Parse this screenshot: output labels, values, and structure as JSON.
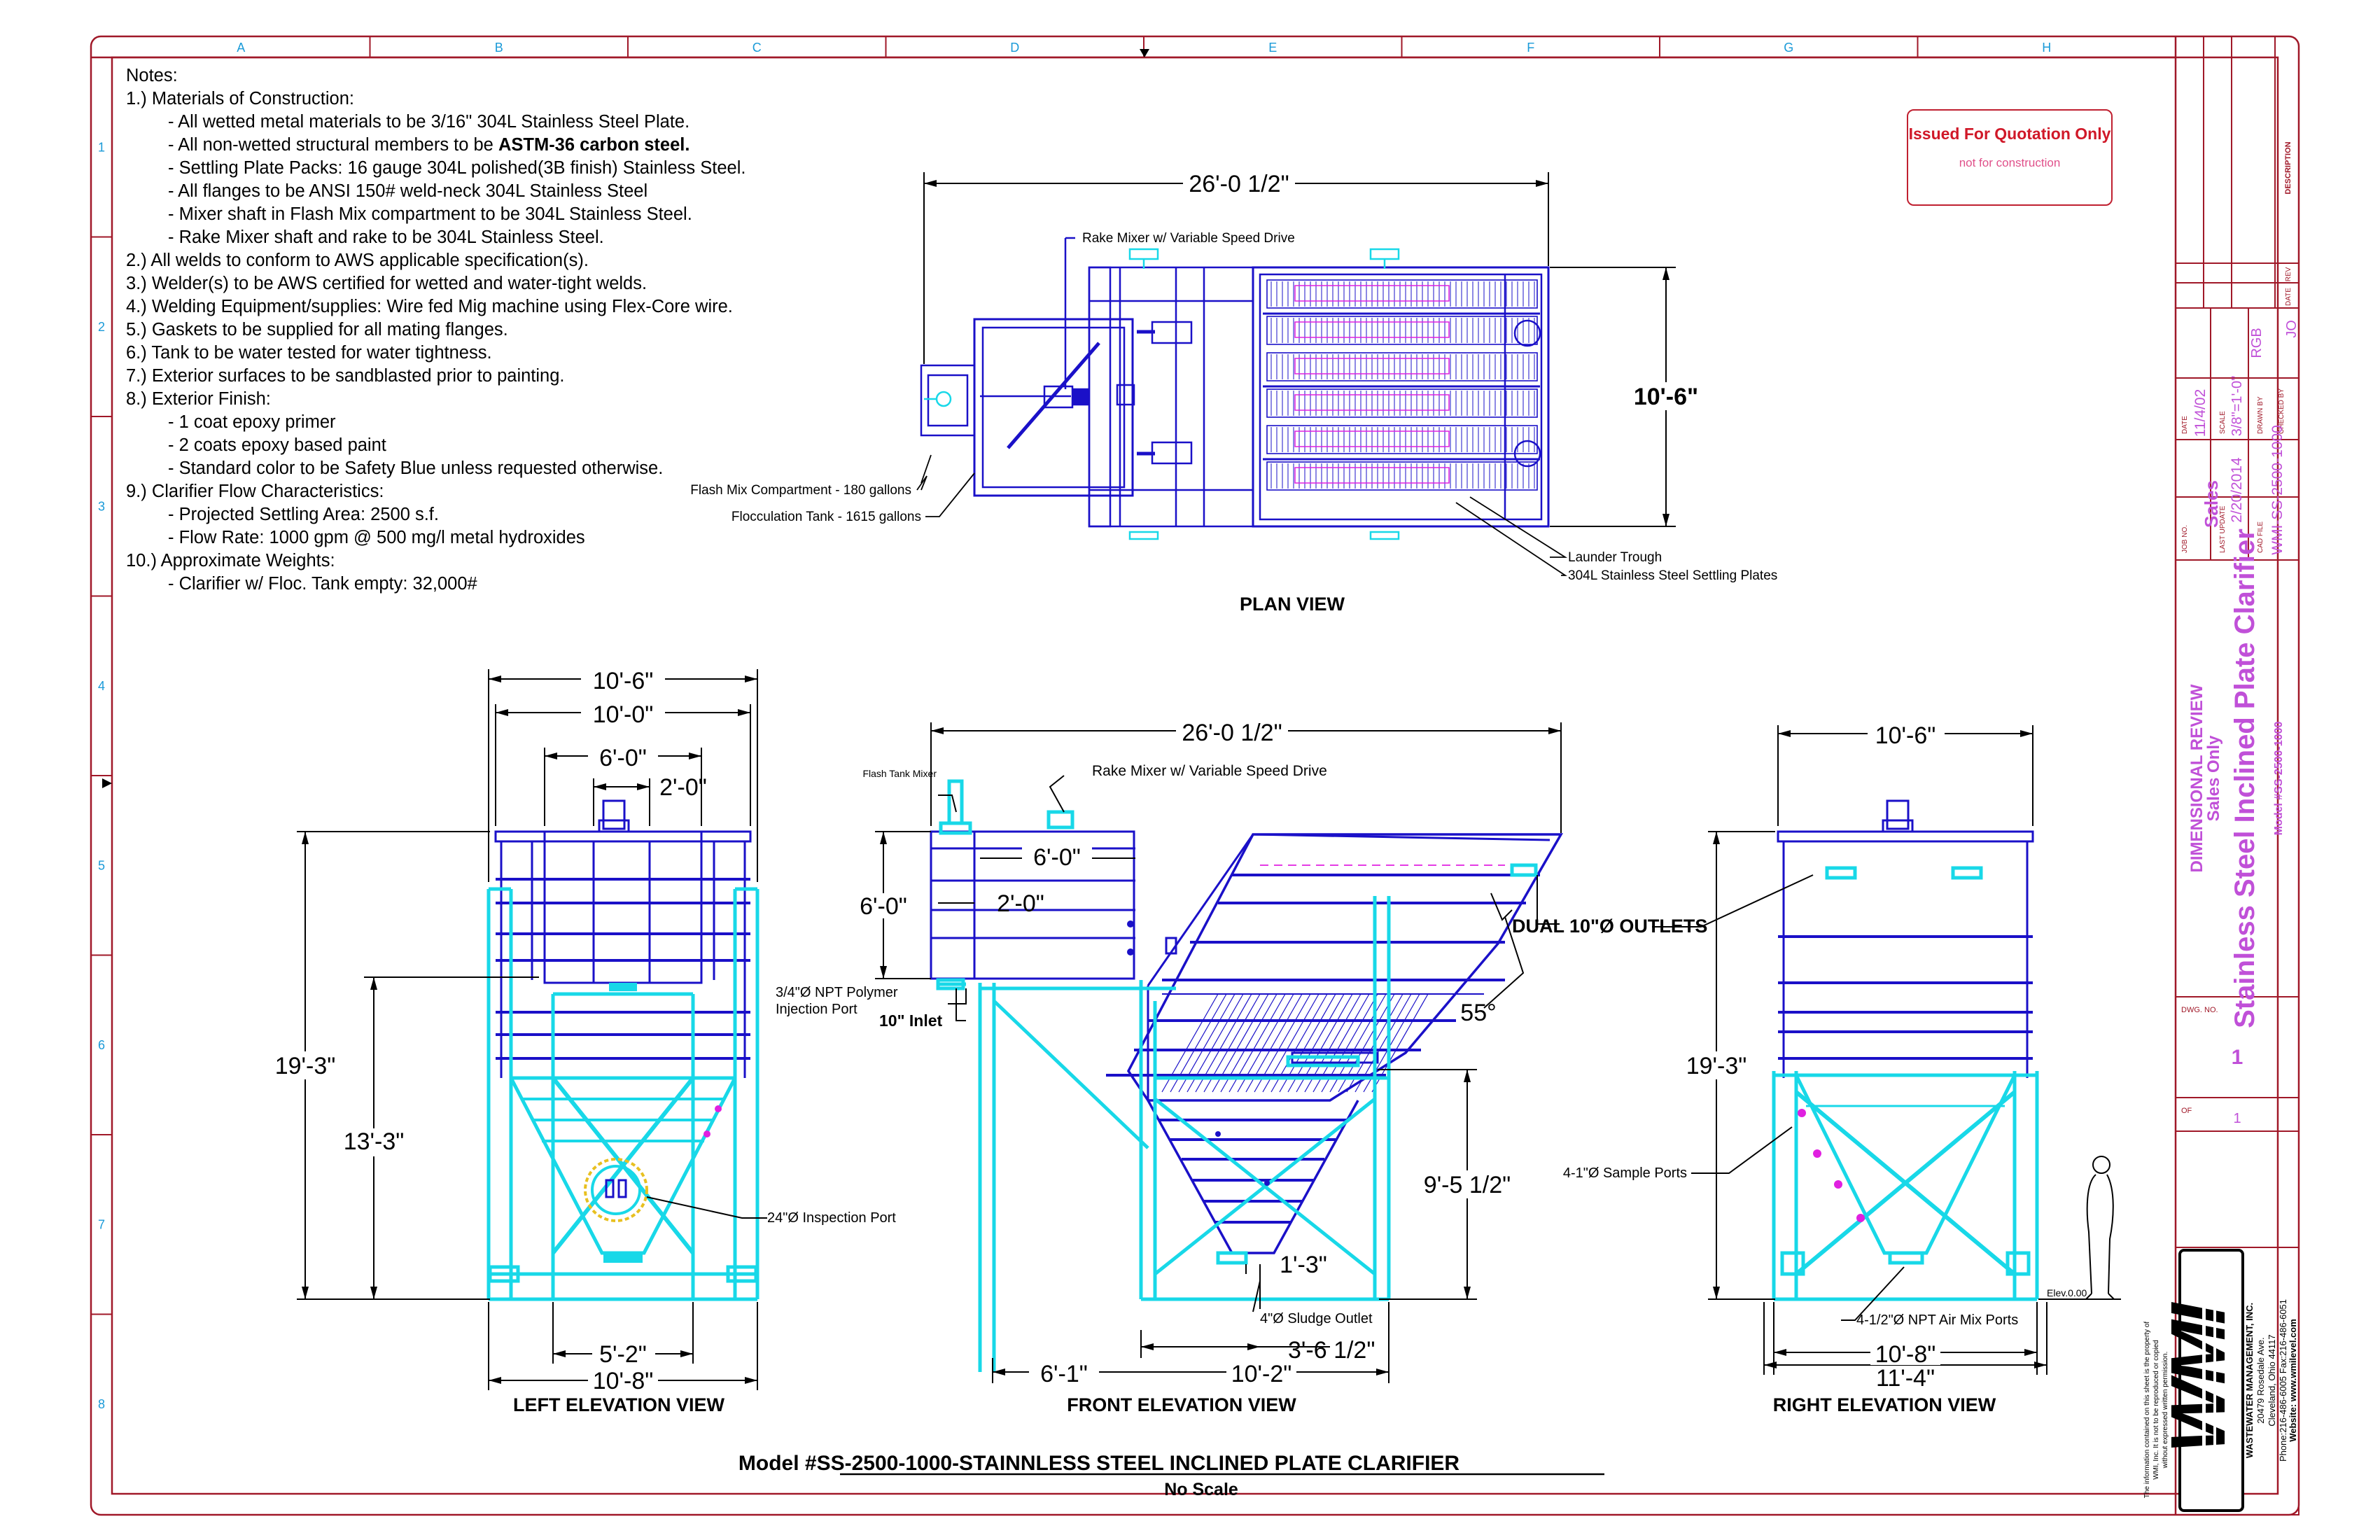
{
  "grid": {
    "columns": [
      "A",
      "B",
      "C",
      "D",
      "E",
      "F",
      "G",
      "H"
    ],
    "rows": [
      "1",
      "2",
      "3",
      "4",
      "5",
      "6",
      "7",
      "8"
    ]
  },
  "notes": {
    "heading": "Notes:",
    "n1": "1.) Materials of Construction:",
    "n1a": "- All wetted metal materials to be 3/16\" 304L Stainless Steel Plate.",
    "n1b_pre": "- All non-wetted structural members to be ",
    "n1b_bold": "ASTM-36 carbon steel.",
    "n1c": "- Settling Plate Packs: 16 gauge 304L polished(3B finish) Stainless Steel.",
    "n1d": "- All flanges to be ANSI 150# weld-neck 304L Stainless Steel",
    "n1e": "- Mixer shaft in Flash Mix compartment to be 304L  Stainless Steel.",
    "n1f": "- Rake Mixer shaft and rake to be 304L Stainless Steel.",
    "n2": "2.) All welds to conform to AWS applicable specification(s).",
    "n3": "3.) Welder(s) to be AWS certified for wetted and water-tight welds.",
    "n4": "4.) Welding Equipment/supplies: Wire fed Mig machine using Flex-Core wire.",
    "n5": "5.) Gaskets to be supplied for all mating flanges.",
    "n6": "6.) Tank to be water tested for water tightness.",
    "n7": "7.) Exterior surfaces to be sandblasted prior to painting.",
    "n8": "8.) Exterior Finish:",
    "n8a": "- 1 coat epoxy primer",
    "n8b": "- 2 coats epoxy based paint",
    "n8c": "- Standard color to be Safety Blue unless requested otherwise.",
    "n9": "9.) Clarifier Flow Characteristics:",
    "n9a": "- Projected Settling Area: 2500 s.f.",
    "n9b": "- Flow Rate: 1000 gpm @ 500 mg/l metal hydroxides",
    "n10": "10.) Approximate Weights:",
    "n10a": "- Clarifier w/ Floc. Tank empty:  32,000#"
  },
  "stamp": {
    "line1": "Issued For Quotation Only",
    "line2": "not for construction"
  },
  "plan_view": {
    "title": "PLAN VIEW",
    "dim_length": "26'-0 1/2\"",
    "dim_width": "10'-6\"",
    "callout_rake_mixer": "Rake Mixer w/ Variable Speed Drive",
    "callout_flash_mix": "Flash Mix Compartment - 180 gallons",
    "callout_flocculation": "Flocculation Tank - 1615 gallons",
    "callout_launder": "Launder Trough",
    "callout_plates": "304L Stainless Steel Settling Plates"
  },
  "left_view": {
    "title": "LEFT ELEVATION VIEW",
    "dim_top1": "10'-6\"",
    "dim_top2": "10'-0\"",
    "dim_top3": "6'-0\"",
    "dim_top4": "2'-0\"",
    "dim_height": "19'-3\"",
    "dim_mid": "13'-3\"",
    "dim_bottom1": "5'-2\"",
    "dim_bottom2": "10'-8\"",
    "callout_inspection": "24\"Ø Inspection Port"
  },
  "front_view": {
    "title": "FRONT ELEVATION VIEW",
    "dim_length": "26'-0 1/2\"",
    "dim_tank_w": "6'-0\"",
    "dim_tank_h": "6'-0\"",
    "dim_2ft": "2'-0\"",
    "dim_angle": "55°",
    "dim_hopper": "9'-5 1/2\"",
    "dim_outlet_h": "1'-3\"",
    "dim_b1": "3'-6 1/2\"",
    "dim_b2": "6'-1\"",
    "dim_b3": "10'-2\"",
    "callout_flash_mixer": "Flash Tank Mixer",
    "callout_rake_mixer": "Rake Mixer w/ Variable Speed Drive",
    "callout_polymer_1": "3/4\"Ø NPT Polymer",
    "callout_polymer_2": "Injection Port",
    "callout_inlet": "10\" Inlet",
    "callout_outlets": "DUAL 10\"Ø OUTLETS",
    "callout_sludge": "4\"Ø Sludge Outlet"
  },
  "right_view": {
    "title": "RIGHT ELEVATION VIEW",
    "dim_top": "10'-6\"",
    "dim_height": "19'-3\"",
    "dim_b1": "10'-8\"",
    "dim_b2": "11'-4\"",
    "callout_sample": "4-1\"Ø Sample Ports",
    "callout_air": "4-1/2\"Ø NPT Air Mix Ports",
    "elev": "Elev.0.00"
  },
  "footer": {
    "model_title": "Model #SS-2500-1000-STAINNLESS STEEL INCLINED PLATE CLARIFIER",
    "scale": "No Scale"
  },
  "title_block": {
    "rev_header": "DESCRIPTION",
    "rev_col": "REV",
    "date_col": "DATE",
    "date_label": "DATE",
    "date_value": "11/4/02",
    "scale_label": "SCALE",
    "scale_value": "3/8\"=1'-0\"",
    "drawn_label": "DRAWN BY",
    "drawn_value": "RGB",
    "checked_label": "CHECKED BY",
    "checked_value": "JO",
    "job_label": "JOB NO.",
    "job_value": "Sales",
    "update_label": "LAST UPDATE",
    "update_value": "2/20/2014",
    "cad_label": "CAD FILE",
    "cad_value": "WMI-SS-2500-1000",
    "review_1": "DIMENSIONAL REVIEW",
    "review_2": "Sales Only",
    "drawing_title": "Stainless Steel Inclined Plate Clarifier",
    "model": "Model #SS-2500-1000",
    "dwg_label": "DWG. NO.",
    "dwg_value": "1",
    "of_label": "OF",
    "of_value": "1",
    "company": "WASTEWATER MANAGEMENT, INC.",
    "address_1": "20479 Rosedale Ave.",
    "address_2": "Cleveland, Ohio 44117",
    "phone": "Phone:216-486-6005  Fax:216-486-6051",
    "website": "Website: www.wmilevel.com",
    "logo": "WMI",
    "disclaimer_1": "The information contained on this sheet is the property of",
    "disclaimer_2": "WMI, Inc. It is not to be reproduced or copied",
    "disclaimer_3": "without expressed written permission."
  },
  "colors": {
    "border": "#a01828",
    "blue": "#1a10c8",
    "cyan": "#18d8e8",
    "magenta": "#e020e0",
    "title_magenta": "#c050d8",
    "black": "#000000"
  }
}
